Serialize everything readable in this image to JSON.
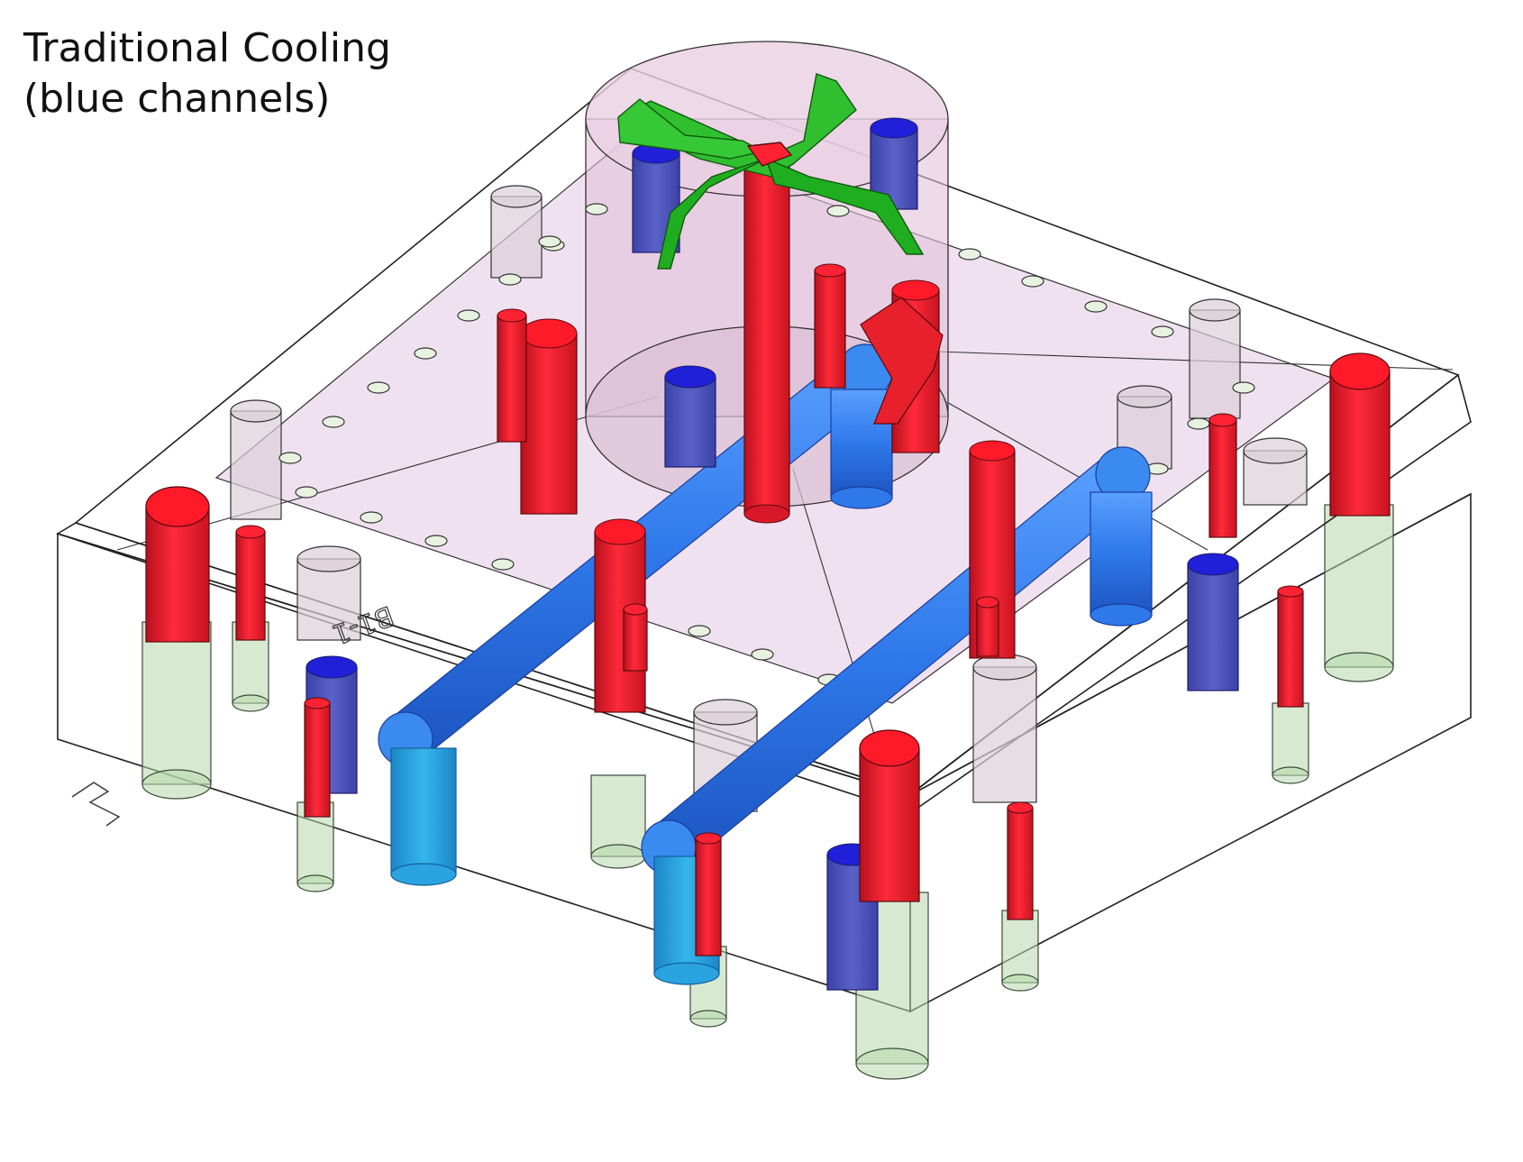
{
  "title": {
    "line1": "Traditional Cooling",
    "line2": "(blue channels)"
  },
  "part_marking": "B1-1",
  "colors": {
    "base_block": "#c9e4c0",
    "top_plate": "#d98ae0",
    "sprue_boss": "#e3c6d8",
    "gate_runner": "#1fae1f",
    "sprue": "#e8202c",
    "ejector_pins": "#f01530",
    "cooling_channel": "#2f7ae8",
    "cooling_drops": "#25a8e0",
    "cooling_plugs": "#2a2ad8"
  }
}
